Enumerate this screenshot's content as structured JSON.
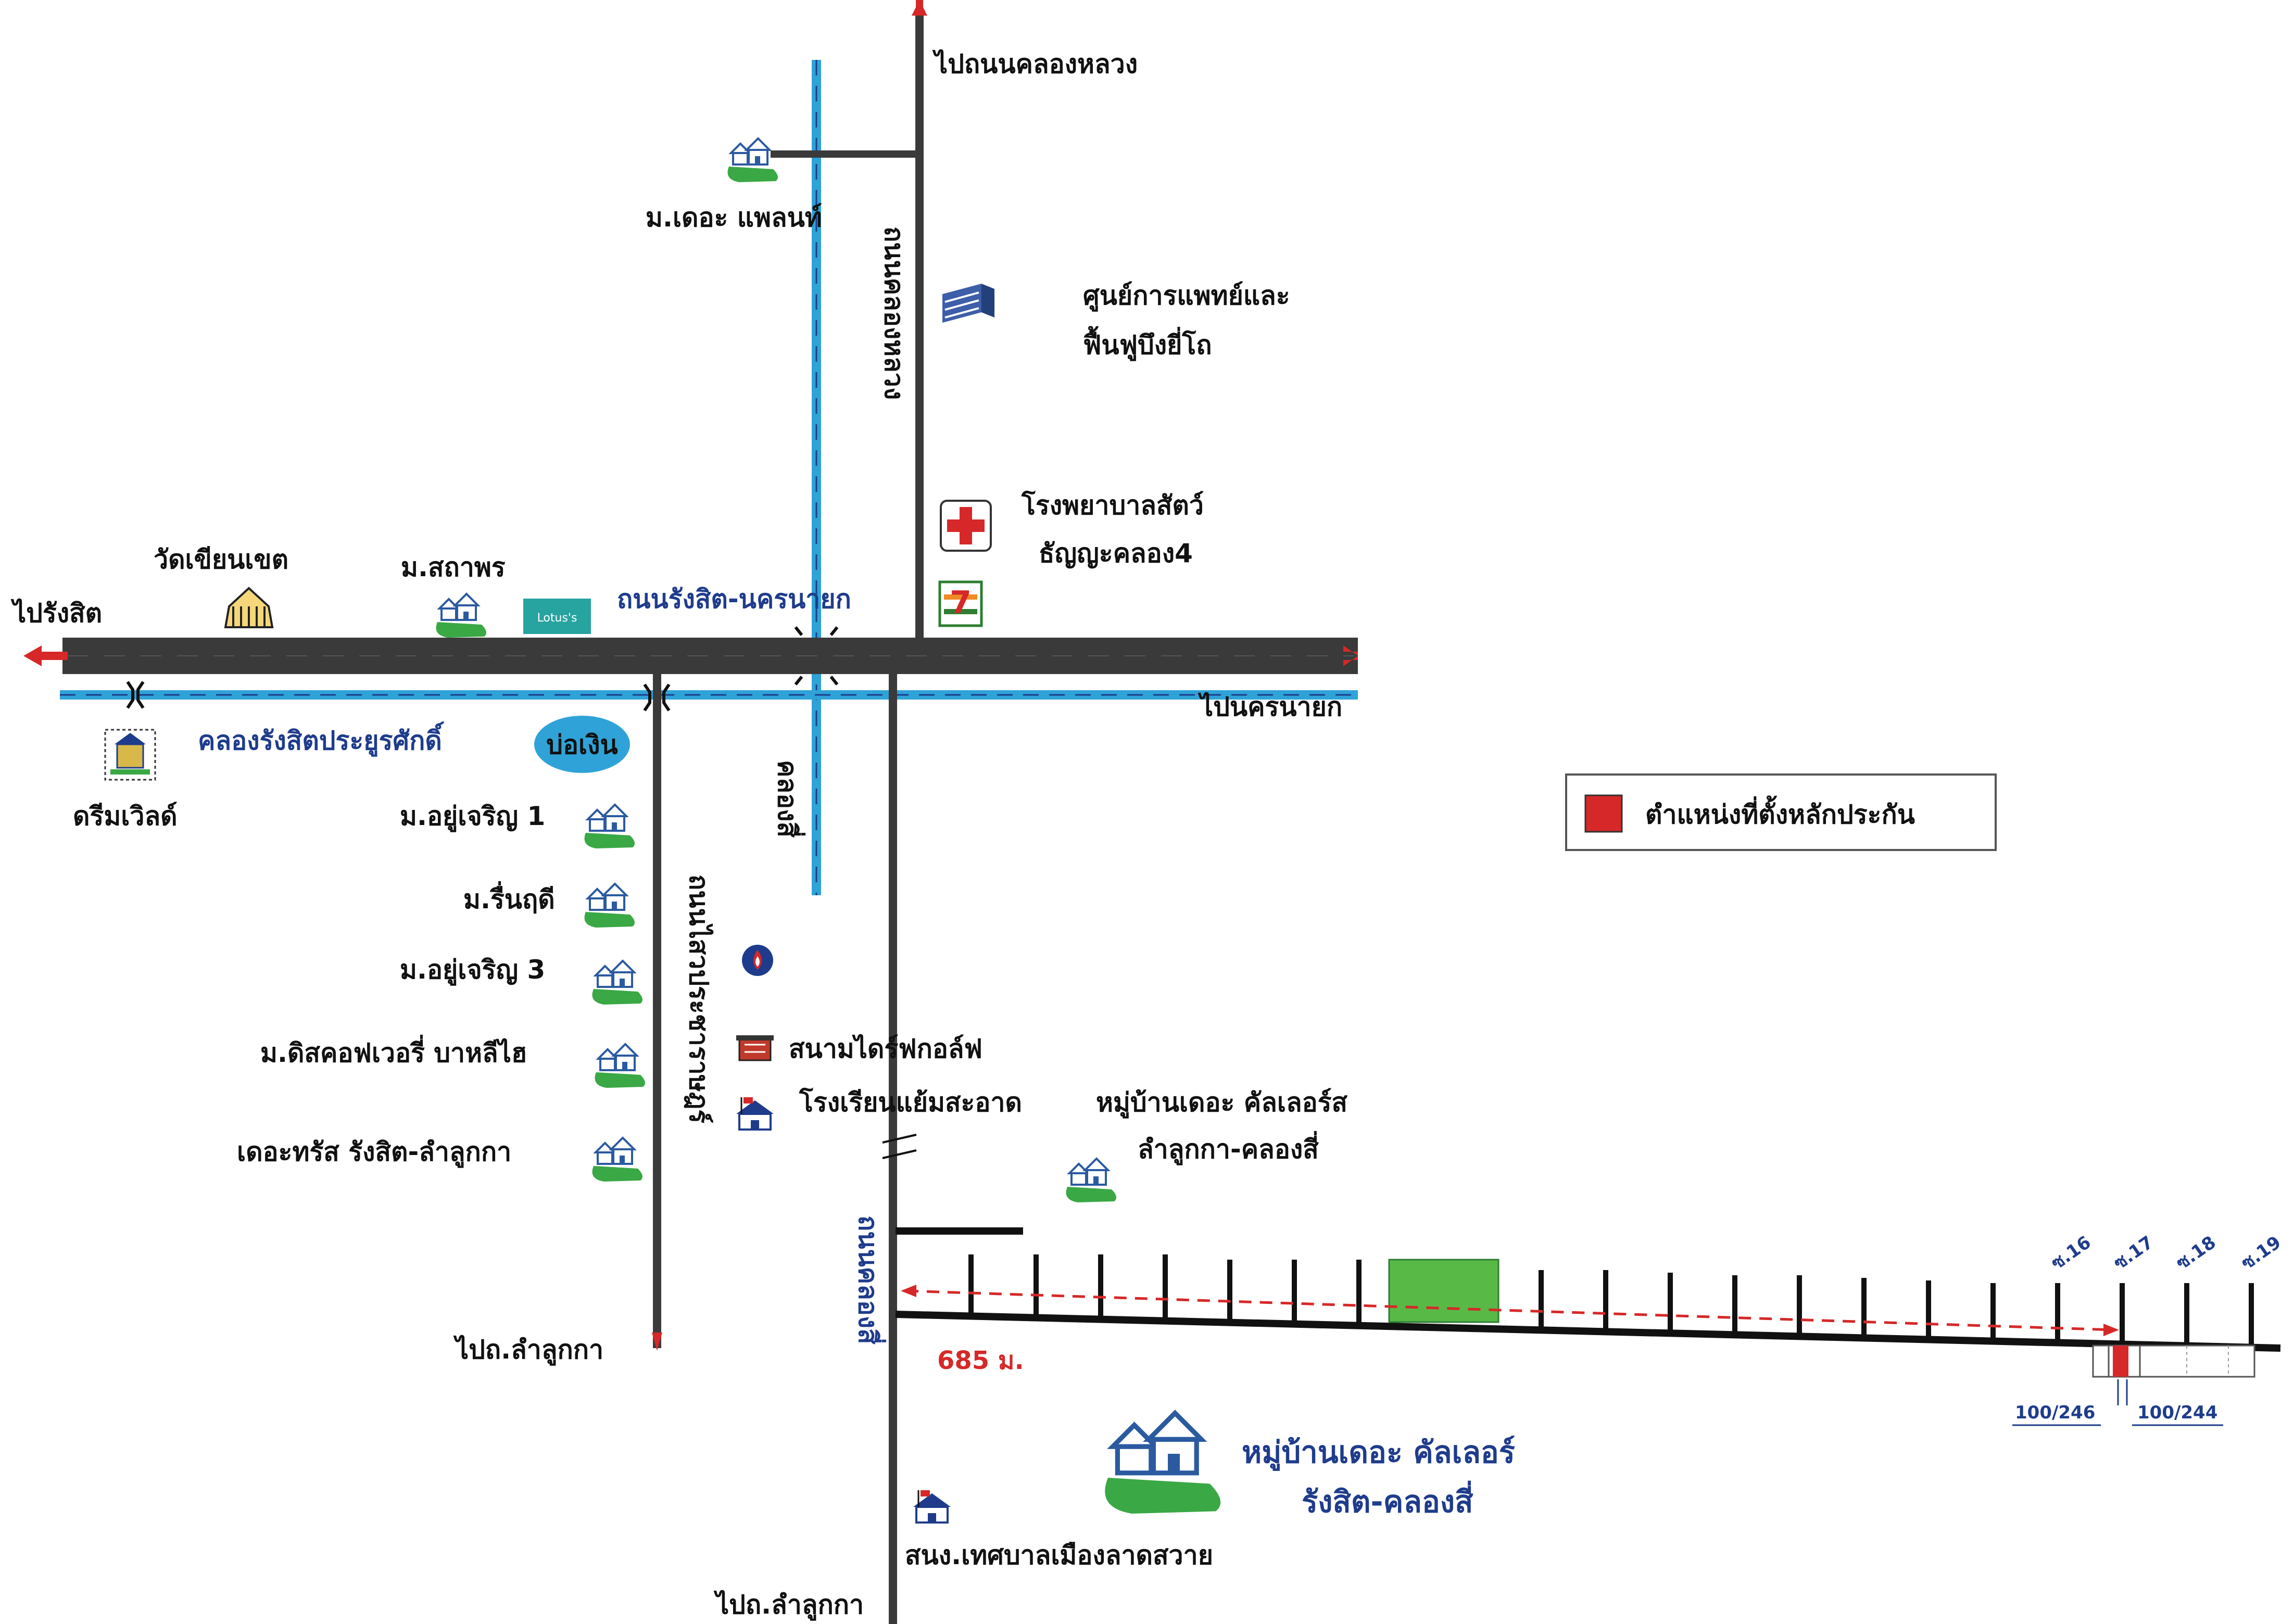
{
  "labels": {
    "to_klong_luang": "ไปถนนคลองหลวง",
    "the_plant": "ม.เดอะ แพลนท์",
    "klong_road_vertical": "ถนนคลองหลวง",
    "rehab_center_line1": "ศูนย์การแพทย์และ",
    "rehab_center_line2": "ฟื้นฟูบึงยี่โถ",
    "animal_hospital_line1": "โรงพยาบาลสัตว์",
    "animal_hospital_line2": "ธัญญะคลอง4",
    "wat_khian_khet": "วัดเขียนเขต",
    "sathaporn": "ม.สถาพร",
    "to_rangsit": "ไปรังสิต",
    "rangsit_nakhonnayok_road": "ถนนรังสิต-นครนายก",
    "lotus": "Lotus's",
    "to_nakhonnayok": "ไปนครนายก",
    "khlong_rangsit": "คลองรังสิตประยูรศักดิ์",
    "bo_ngoen": "บ่อเงิน",
    "dream_world": "ดรีมเวิลด์",
    "khlong_4": "คลองสี่",
    "yu_charoen_1": "ม.อยู่เจริญ 1",
    "rin_rudee": "ม.รื่นฤดี",
    "yu_charoen_3": "ม.อยู่เจริญ 3",
    "discovery": "ม.ดิสคอฟเวอรี่ บาหลีไฮ",
    "the_trust": "เดอะทรัส รังสิต-ลำลูกกา",
    "sai_wao_road": "ถนนไสวประชาราษฎร์",
    "driving_range": "สนามไดร์ฟกอล์ฟ",
    "school": "โรงเรียนแย้มสะอาด",
    "village_colors_line1": "หมู่บ้านเดอะ คัลเลอร์ส",
    "village_colors_line2": "ลำลูกกา-คลองสี่",
    "to_lamlukka_left": "ไปถ.ลำลูกกา",
    "khlong_4_road": "ถนนคลองสี่",
    "distance": "685 ม.",
    "village_colors_big_line1": "หมู่บ้านเดอะ คัลเลอร์",
    "village_colors_big_line2": "รังสิต-คลองสี่",
    "municipal_office": "สนง.เทศบาลเมืองลาดสวาย",
    "to_lamlukka_bottom": "ไปถ.ลำลูกกา",
    "soi_16": "ซ.16",
    "soi_17": "ซ.17",
    "soi_18": "ซ.18",
    "soi_19": "ซ.19",
    "plot_100_246": "100/246",
    "plot_100_244": "100/244",
    "legend_text": "ตำแหน่งที่ตั้งหลักประกัน"
  },
  "colors": {
    "main_road": "#3a3a3a",
    "canal": "#2fa3d8",
    "house_green": "#3aa845",
    "marker_red": "#d62828",
    "green_block": "#59b947",
    "label_blue": "#1f3c8c"
  },
  "icons": [
    "house-icon",
    "building-icon",
    "temple-icon",
    "hospital-cross-icon",
    "seven-eleven-icon",
    "lotus-store-icon",
    "gas-station-icon",
    "golf-icon",
    "school-icon",
    "bridge-icon",
    "arrow-icon"
  ]
}
